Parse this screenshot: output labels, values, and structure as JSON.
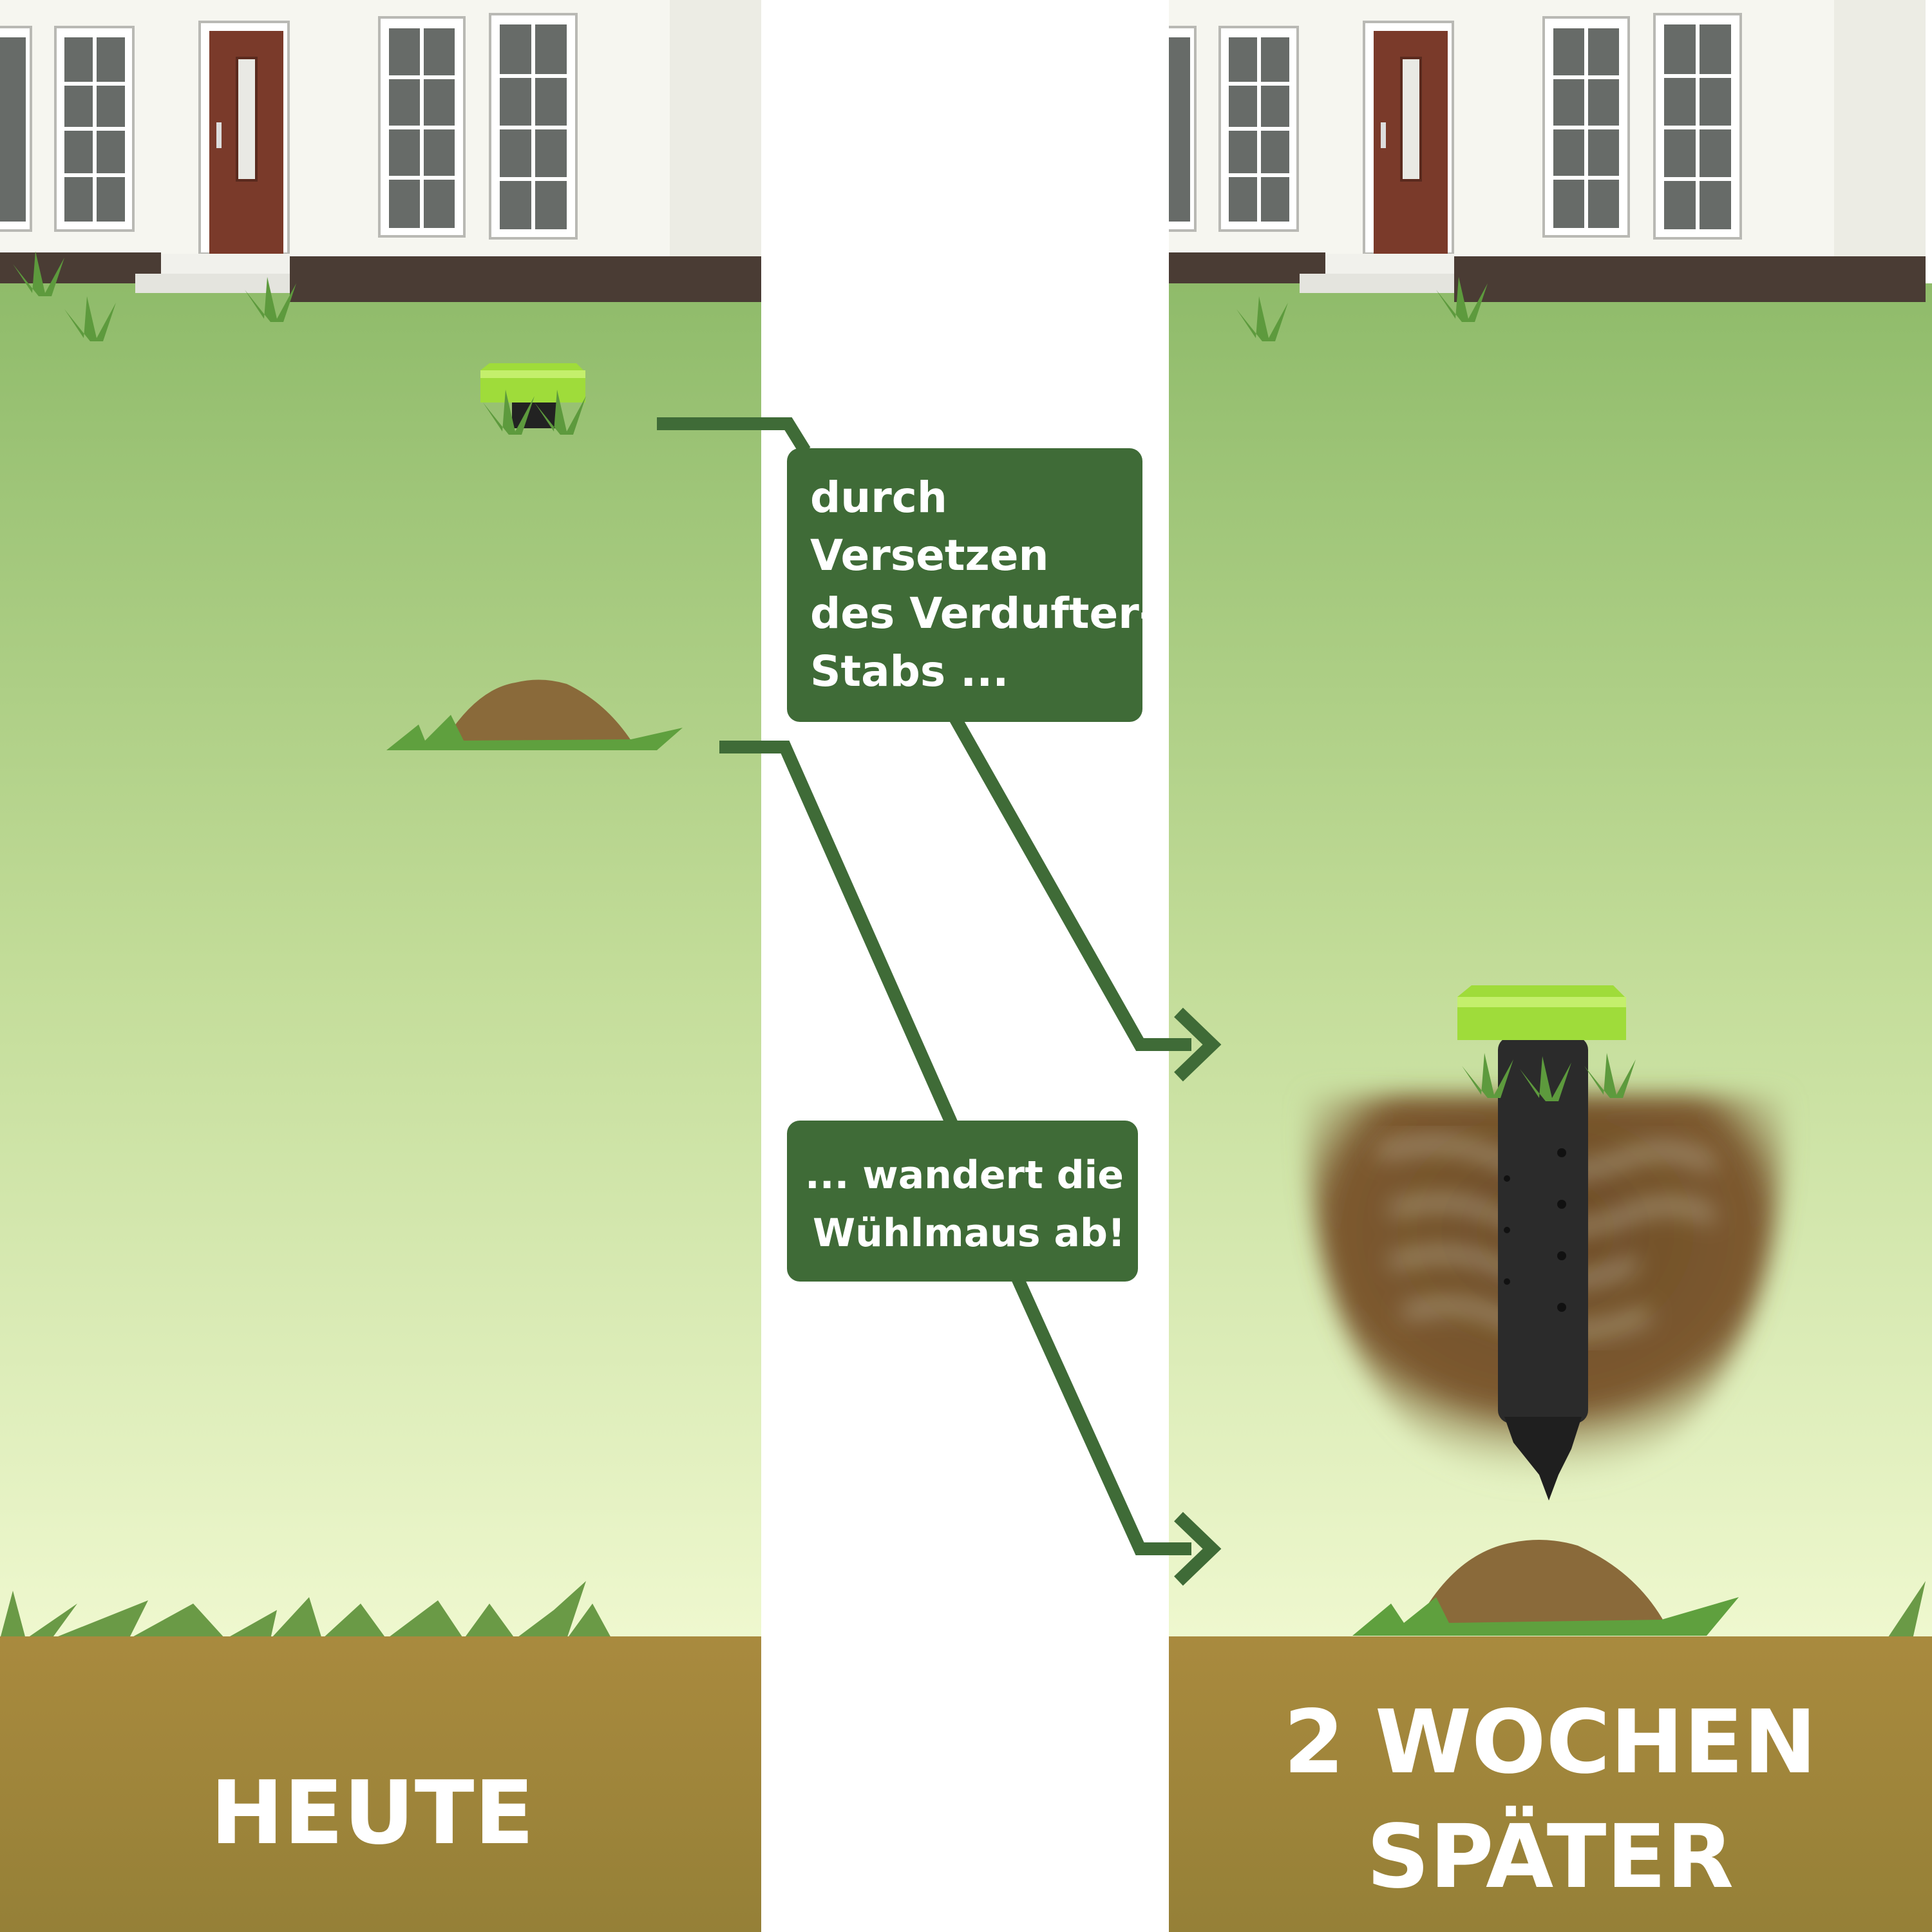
{
  "callouts": {
    "first": {
      "lines": [
        "durch",
        "Versetzen",
        "des Verdufter-",
        "Stabs ..."
      ]
    },
    "second": {
      "lines": [
        "... wandert die",
        "Wühlmaus ab!"
      ]
    }
  },
  "panels": {
    "left": {
      "label": "HEUTE"
    },
    "right": {
      "label_line1": "2 WOCHEN",
      "label_line2": "SPÄTER"
    }
  },
  "icons": {
    "arrows": [
      "arrow-right-icon",
      "arrow-right-icon"
    ],
    "stake": "repellent-stake-icon",
    "molehill": "molehill-icon"
  },
  "colors": {
    "callout_bg": "#3f6b37",
    "connector": "#3f6b37",
    "grass_top": "#8fbb6a",
    "grass_bottom": "#eef7cc",
    "soil": "#a3853c",
    "stake_cap": "#9fdc3a",
    "door": "#7a3a2a",
    "house_base": "#4a3c34"
  }
}
